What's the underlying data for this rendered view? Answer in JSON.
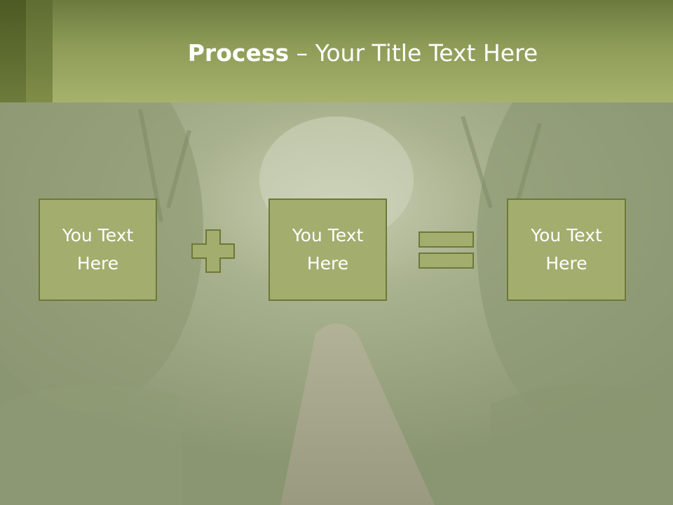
{
  "slide": {
    "title_bold": "Process",
    "title_rest": " – Your Title Text Here",
    "boxes": [
      {
        "text": "You Text Here"
      },
      {
        "text": "You Text Here"
      },
      {
        "text": "You Text Here"
      }
    ],
    "operators": [
      "plus",
      "equals"
    ],
    "colors": {
      "header": "#a6b26c",
      "box_fill": "#a2ad6e",
      "box_border": "#6d7838",
      "text": "#ffffff"
    }
  }
}
